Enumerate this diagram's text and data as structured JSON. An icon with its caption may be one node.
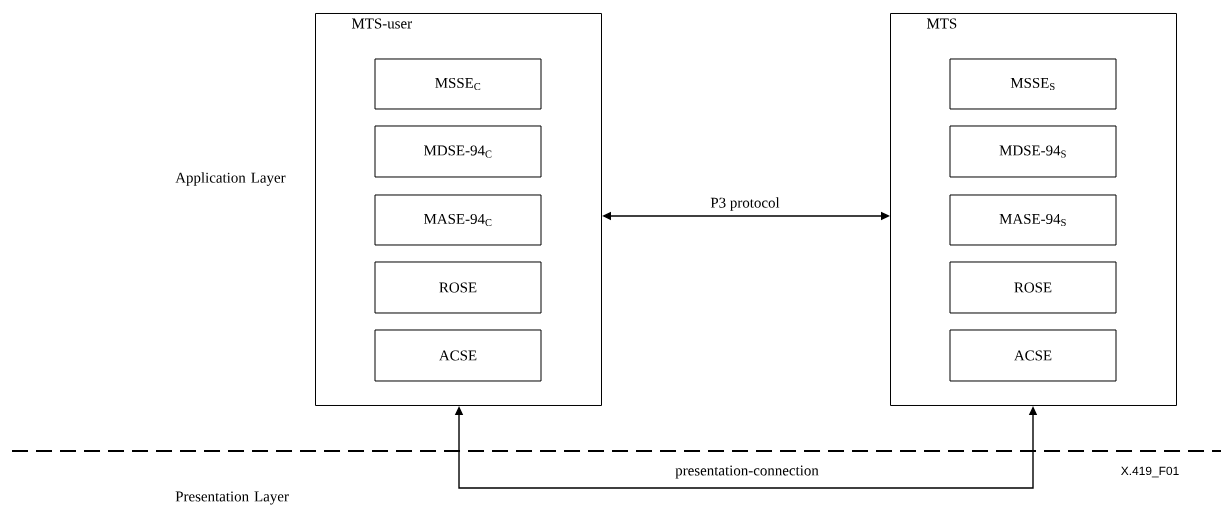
{
  "diagram": {
    "nodes": [
      {
        "text": [
          "MTS-user"
        ]
      },
      {
        "text": [
          "MSSE$_{C}$"
        ],
        "in": 0
      },
      {
        "text": [
          "MDSE-94$_{C}$"
        ],
        "in": 0
      },
      {
        "text": [
          "MASE-94$_{C}$"
        ],
        "in": 0
      },
      {
        "text": [
          "ROSE"
        ],
        "in": 0
      },
      {
        "text": [
          "ACSE"
        ],
        "in": 0
      },
      {
        "text": [
          "MTS"
        ]
      },
      {
        "text": [
          "MSSE$_{S}$"
        ],
        "in": 6
      },
      {
        "text": [
          "MDSE-94$_{S}$"
        ],
        "in": 6
      },
      {
        "text": [
          "MASE-94$_{S}$"
        ],
        "in": 6
      },
      {
        "text": [
          "ROSE"
        ],
        "in": 6
      },
      {
        "text": [
          "ACSE"
        ],
        "in": 6
      }
    ],
    "edges": [
      {
        "from": 0,
        "to": 6,
        "arrow": "both",
        "label": "P3 protocol"
      },
      {
        "from": 0,
        "to": 6,
        "arrow": "both",
        "label": "presentation-connection"
      }
    ],
    "labels": [
      "Application Layer",
      "Presentation Layer",
      "X.419_F01"
    ]
  }
}
